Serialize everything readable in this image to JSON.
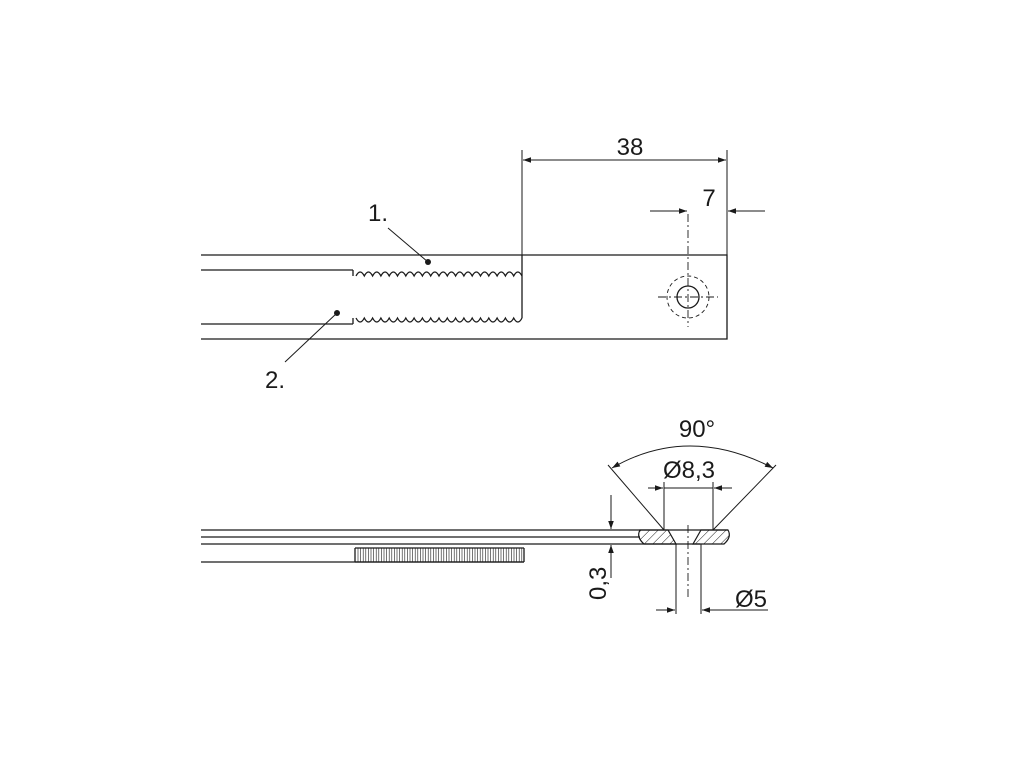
{
  "labels": {
    "dim_length": "38",
    "dim_offset": "7",
    "callout_1": "1.",
    "callout_2": "2.",
    "angle": "90°",
    "countersink_diameter": "Ø8,3",
    "thickness": "0,3",
    "hole_diameter": "Ø5"
  },
  "colors": {
    "line": "#1a1a1a",
    "background": "#ffffff"
  }
}
